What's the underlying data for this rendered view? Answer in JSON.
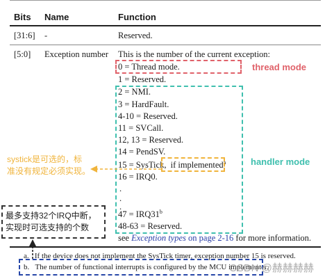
{
  "table": {
    "headers": {
      "bits": "Bits",
      "name": "Name",
      "function": "Function"
    },
    "rows": [
      {
        "bits": "[31:6]",
        "name": "-",
        "function": "Reserved."
      },
      {
        "bits": "[5:0]",
        "name": "Exception number",
        "function_lines": [
          "This is the number of the current exception:",
          "0 = Thread mode.",
          "1 = Reserved.",
          "2 = NMI.",
          "3 = HardFault.",
          "4-10 = Reserved.",
          "11 = SVCall.",
          "12, 13 = Reserved.",
          "14 = PendSV.",
          "15 = SysTick,",
          "if implemented",
          "a",
          "16 = IRQ0.",
          ".",
          ".",
          ".",
          "47 = IRQ31",
          "b",
          "48-63 = Reserved.",
          "see",
          "Exception types",
          "on page 2-16",
          "for more information."
        ]
      }
    ]
  },
  "footnotes": [
    {
      "marker": "a.",
      "text": "If the device does not implement the SysTick timer, exception number 15 is reserved."
    },
    {
      "marker": "b.",
      "text": "The number of functional interrupts is configured by the MCU implementer."
    }
  ],
  "annotations": {
    "thread_mode": "thread mode",
    "handler_mode": "handler mode",
    "systick_note_line1": "systick是可选的，标",
    "systick_note_line2": "准没有规定必须实现。",
    "irq_note_line1": "最多支持32个IRQ中断，",
    "irq_note_line2": "实现时可选支持的个数"
  },
  "watermark": "CSDN @赫赫赫赫",
  "colors": {
    "thread_mode": "#e0626a",
    "handler_mode": "#3fbfae",
    "systick_note": "#f0b43c",
    "irq_note": "#333333",
    "footnote_box": "#2747a8"
  }
}
